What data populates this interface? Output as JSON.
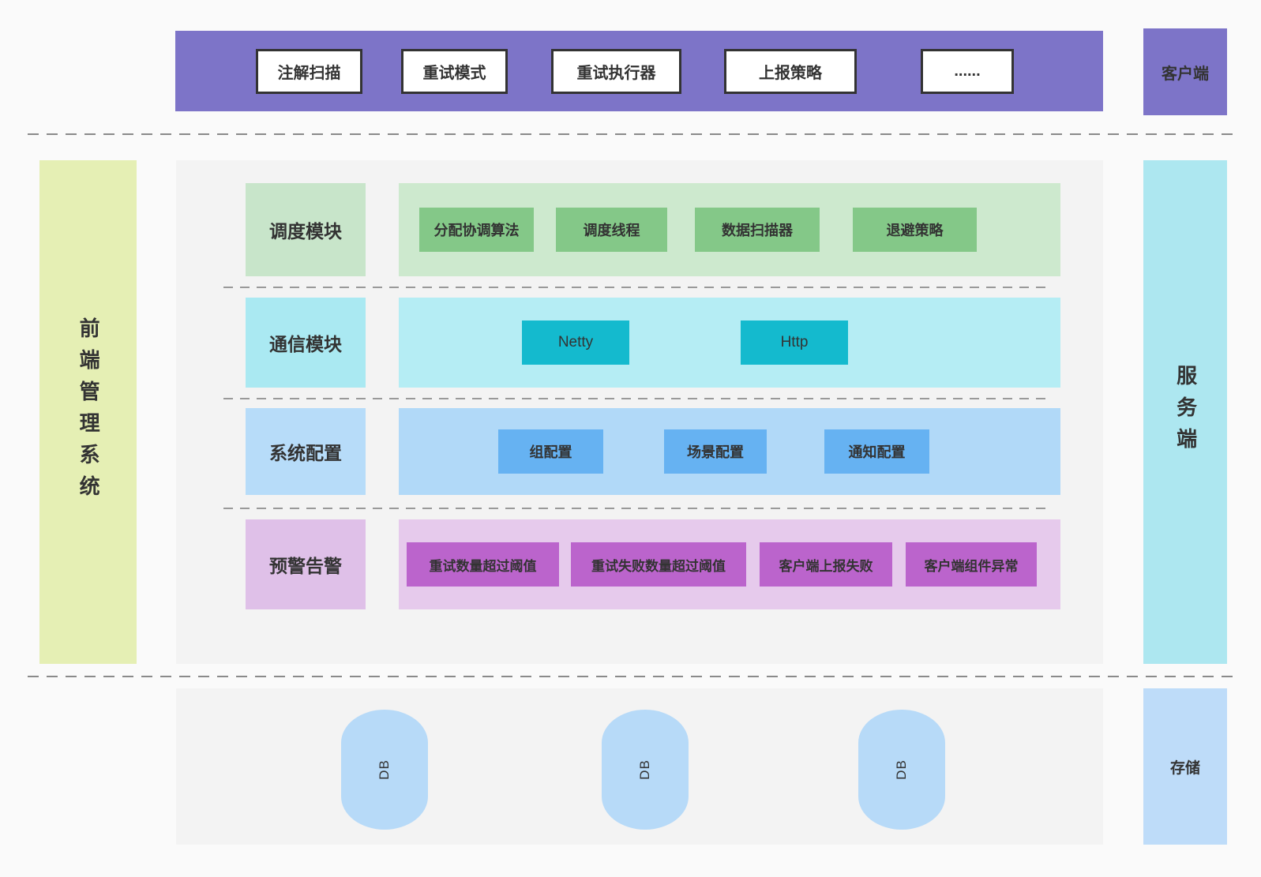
{
  "colors": {
    "client_purple": "#7d74c8",
    "frontend_green": "#e5efb4",
    "server_cyan": "#ade7f0",
    "panel_gray": "#f3f3f3",
    "scheduler_green": "#84c888",
    "comm_teal": "#14bace",
    "config_blue": "#66b2f2",
    "alert_purple": "#bb64cc",
    "db_blue": "#b7daf8",
    "storage_blue": "#bedcf9"
  },
  "top": {
    "label": "客户端",
    "modules": [
      "注解扫描",
      "重试模式",
      "重试执行器",
      "上报策略",
      "......"
    ]
  },
  "left": {
    "label": "前端管理系统"
  },
  "right": {
    "label": "服务端"
  },
  "rows": [
    {
      "label": "调度模块",
      "items": [
        "分配协调算法",
        "调度线程",
        "数据扫描器",
        "退避策略"
      ]
    },
    {
      "label": "通信模块",
      "items": [
        "Netty",
        "Http"
      ]
    },
    {
      "label": "系统配置",
      "items": [
        "组配置",
        "场景配置",
        "通知配置"
      ]
    },
    {
      "label": "预警告警",
      "items": [
        "重试数量超过阈值",
        "重试失败数量超过阈值",
        "客户端上报失败",
        "客户端组件异常"
      ]
    }
  ],
  "bottom": {
    "label": "存储",
    "databases": [
      "DB",
      "DB",
      "DB"
    ]
  }
}
